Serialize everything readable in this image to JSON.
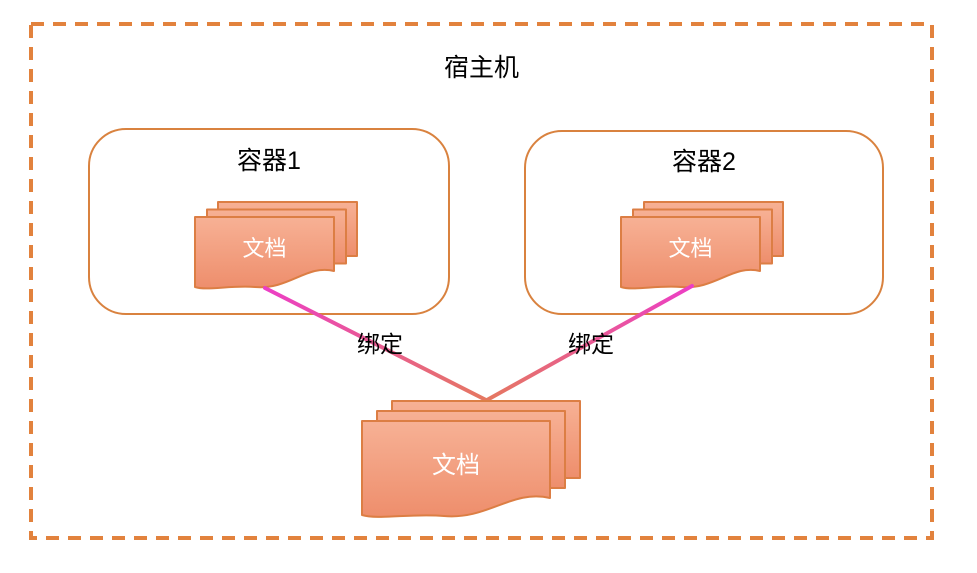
{
  "host": {
    "title": "宿主机"
  },
  "containers": [
    {
      "label": "容器1",
      "document_label": "文档"
    },
    {
      "label": "容器2",
      "document_label": "文档"
    }
  ],
  "shared_document": {
    "label": "文档"
  },
  "bindings": {
    "left_label": "绑定",
    "right_label": "绑定"
  },
  "colors": {
    "host-border": "#E2823D",
    "container-border": "#D9823F",
    "doc-border": "#DC7E44",
    "doc-fill-top": "#F7B195",
    "doc-fill-bottom": "#EE8E6C",
    "line-start": "#EC3EC5",
    "line-end": "#E57860",
    "doc-text": "#FFFFFF",
    "label-text": "#000000",
    "canvas-bg": "#FFFFFF"
  }
}
